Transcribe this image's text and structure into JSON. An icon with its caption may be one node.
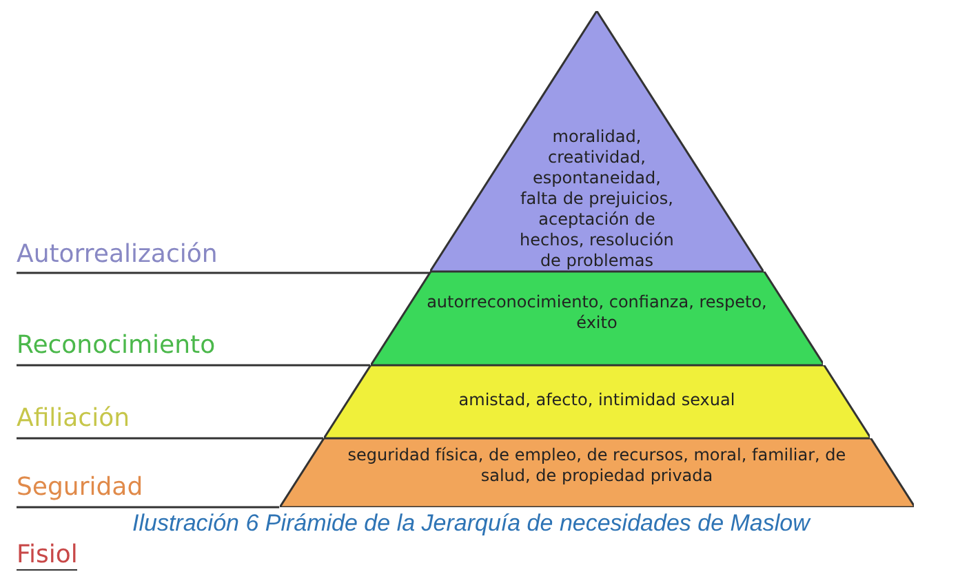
{
  "diagram": {
    "caption": "Ilustración 6 Pirámide de la Jerarquía de necesidades de Maslow",
    "nodes": [
      {
        "text": [
          "moralidad, creatividad, espontaneidad, falta de prejuicios, aceptación de hechos, resolución de problemas"
        ]
      },
      {
        "text": [
          "autorreconocimiento, confianza, respeto, éxito"
        ]
      },
      {
        "text": [
          "amistad, afecto, intimidad sexual"
        ]
      },
      {
        "text": [
          "seguridad física, de empleo, de recursos, moral, familiar, de salud, de propiedad privada"
        ]
      },
      {
        "text": [
          "Autorrealización"
        ]
      },
      {
        "text": [
          "Reconocimiento"
        ]
      },
      {
        "text": [
          "Afiliación"
        ]
      },
      {
        "text": [
          "Seguridad"
        ]
      }
    ],
    "edges": [
      {
        "from": 4,
        "to": 0,
        "arrow": "none"
      },
      {
        "from": 5,
        "to": 1,
        "arrow": "none"
      },
      {
        "from": 6,
        "to": 2,
        "arrow": "none"
      },
      {
        "from": 7,
        "to": 3,
        "arrow": "none"
      }
    ],
    "labels": [
      "Fisiol"
    ]
  }
}
